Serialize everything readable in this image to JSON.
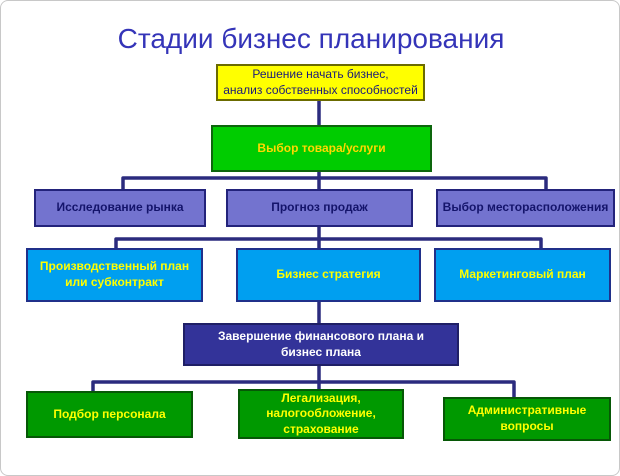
{
  "title": "Стадии бизнес планирования",
  "colors": {
    "title_text": "#3434B8",
    "connector": "#2B2B7E",
    "node_yellow_bg": "#FFFF00",
    "node_bright_green_bg": "#00CC00",
    "node_purple_bg": "#7373CF",
    "node_blue_bg": "#009FF0",
    "node_navy_bg": "#333399",
    "node_dark_green_bg": "#009900",
    "dark_text_on_yellow": "#1B1B7A",
    "dark_text_on_purple": "#14146B",
    "yellow_text_on_green": "#FFD800",
    "yellow_text_on_blue": "#FFFF00",
    "white_text_on_navy": "#FFFFFF"
  },
  "diagram": {
    "nodes": [
      {
        "id": "start",
        "label": "Решение начать бизнес,\nанализ собственных способностей"
      },
      {
        "id": "product-choice",
        "label": "Выбор товара/услуги"
      },
      {
        "id": "market-research",
        "label": "Исследование рынка"
      },
      {
        "id": "sales-forecast",
        "label": "Прогноз продаж"
      },
      {
        "id": "location-choice",
        "label": "Выбор месторасположения"
      },
      {
        "id": "production-plan",
        "label": "Производственный план\nили субконтракт"
      },
      {
        "id": "business-strategy",
        "label": "Бизнес стратегия"
      },
      {
        "id": "marketing-plan",
        "label": "Маркетинговый план"
      },
      {
        "id": "finance-completion",
        "label": "Завершение финансового плана и\nбизнес плана"
      },
      {
        "id": "staff-selection",
        "label": "Подбор персонала"
      },
      {
        "id": "legalization",
        "label": "Легализация,\nналогообложение,\nстрахование"
      },
      {
        "id": "admin-issues",
        "label": "Административные вопросы"
      }
    ]
  }
}
